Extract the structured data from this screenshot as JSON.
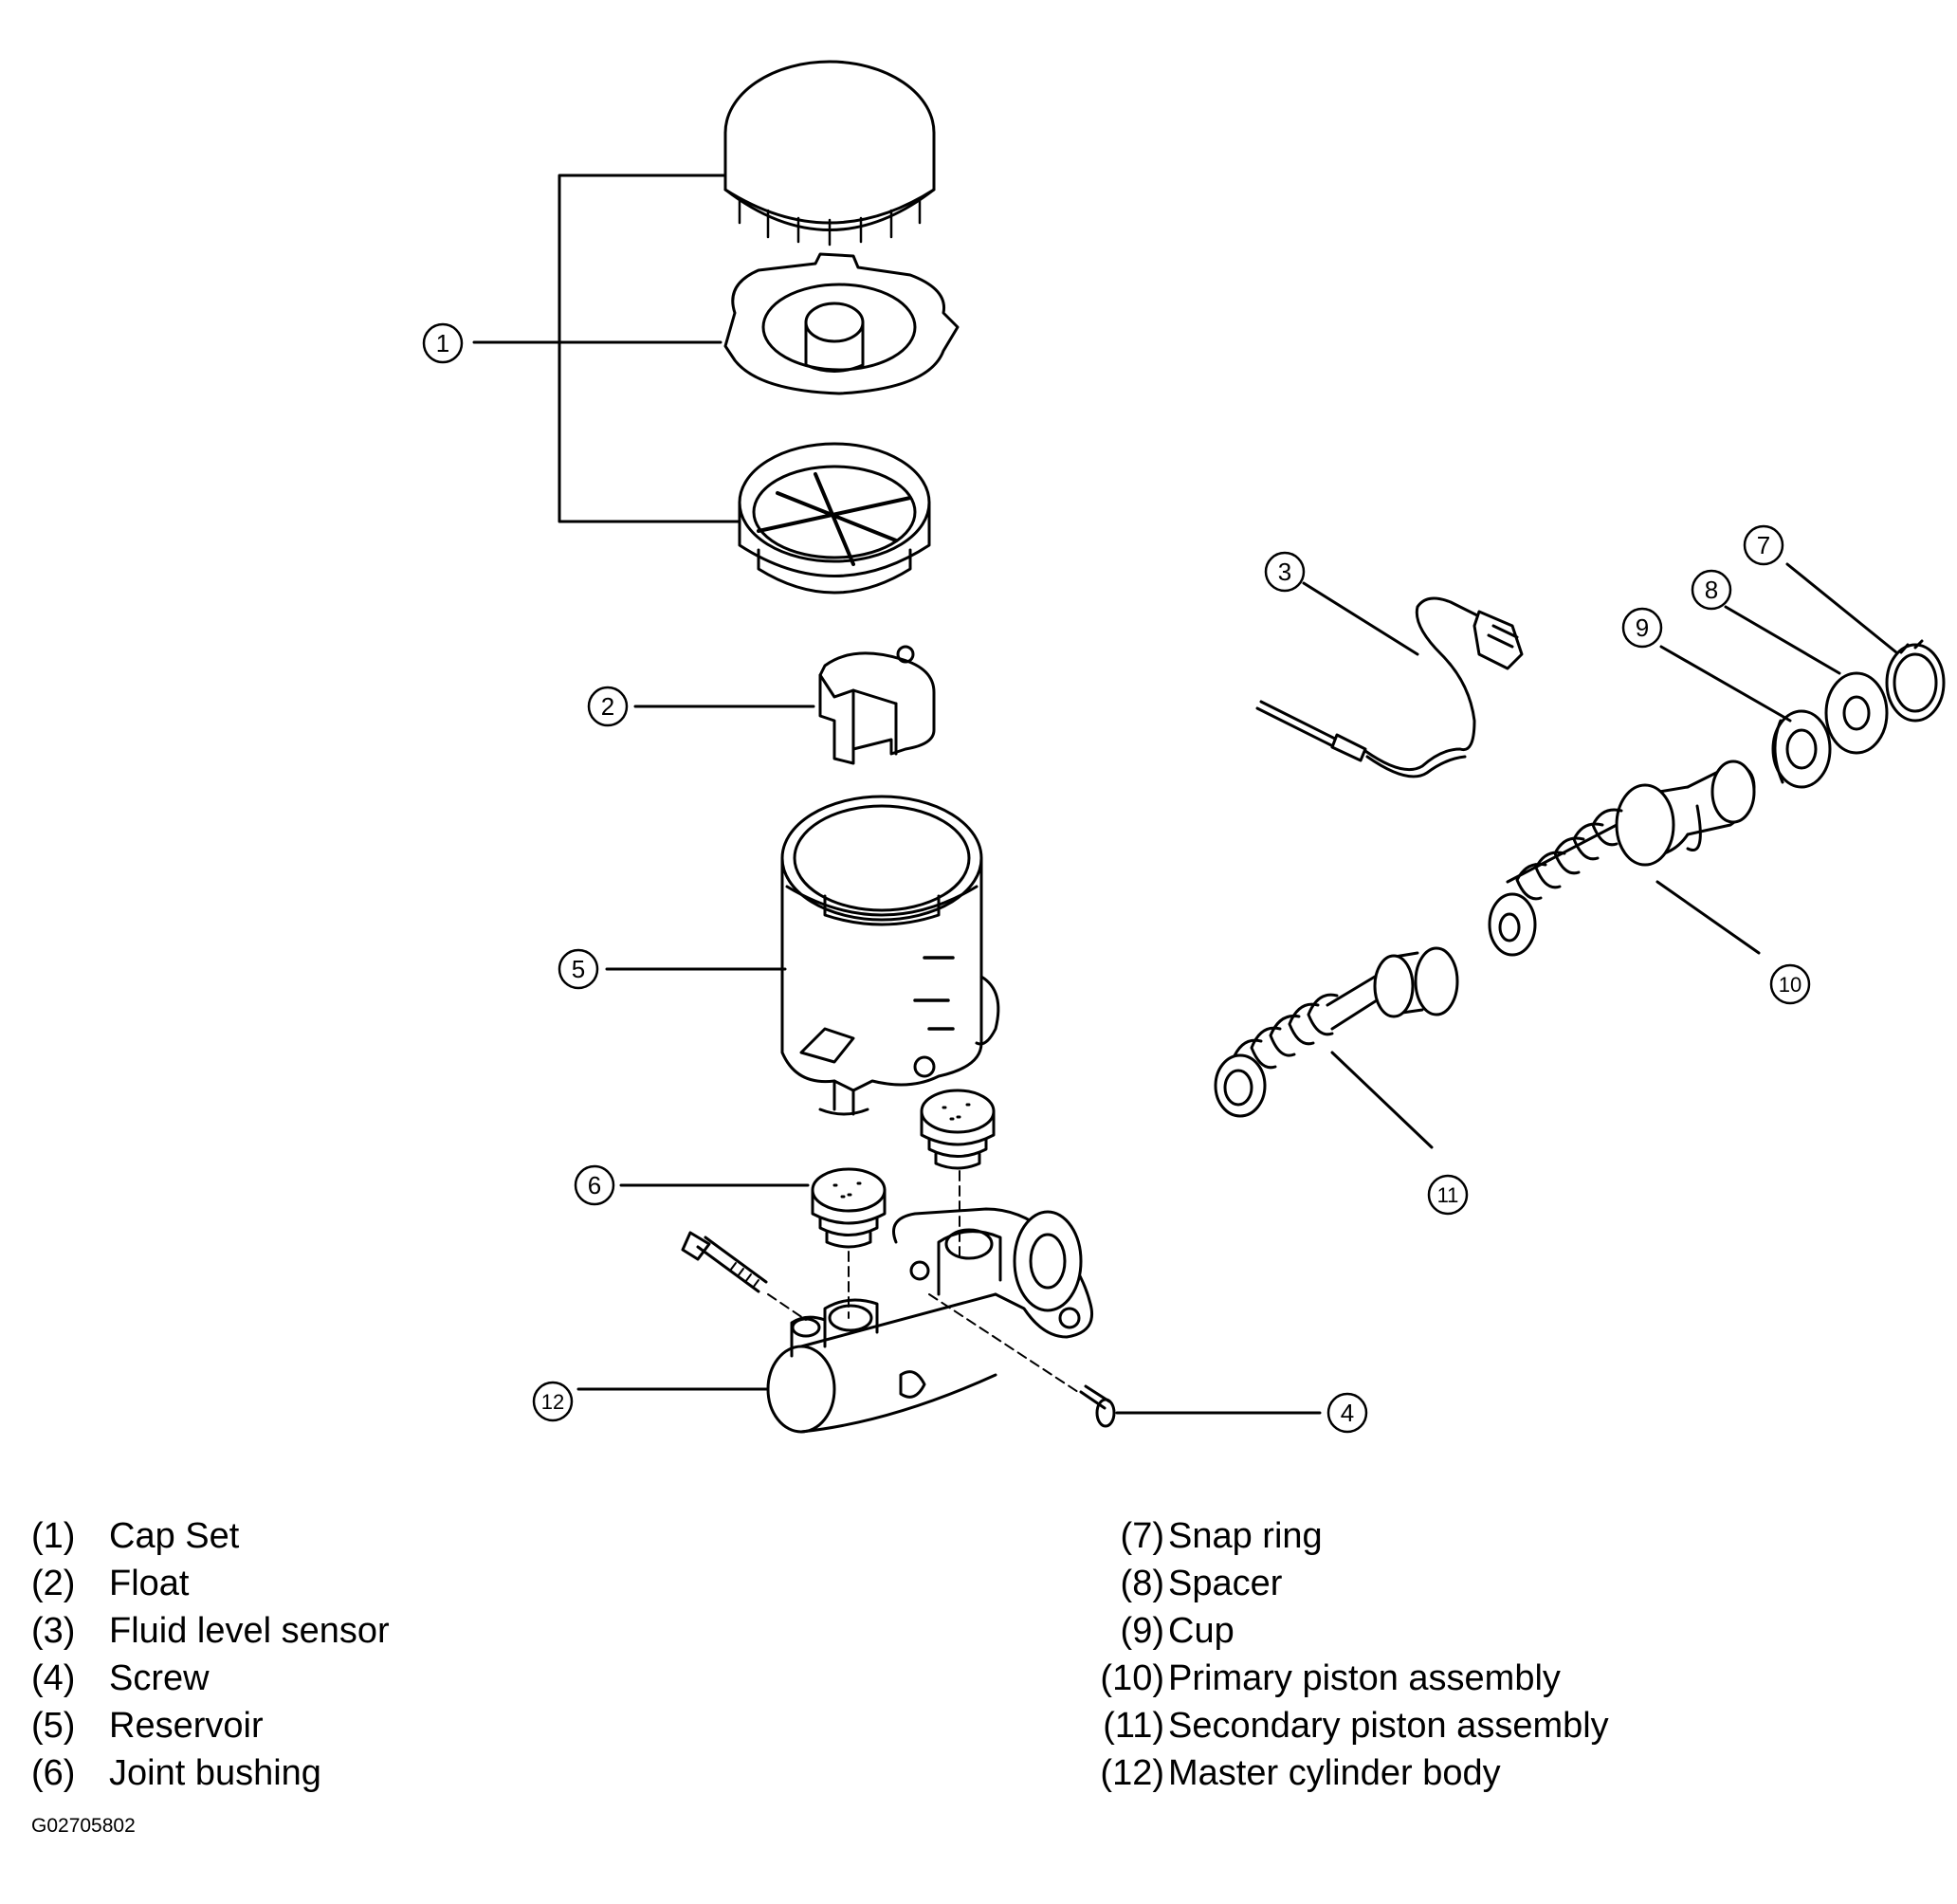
{
  "callouts": [
    "1",
    "2",
    "3",
    "4",
    "5",
    "6",
    "7",
    "8",
    "9",
    "10",
    "11",
    "12"
  ],
  "legend": {
    "left": [
      {
        "num": "(1)",
        "label": "Cap Set"
      },
      {
        "num": "(2)",
        "label": "Float"
      },
      {
        "num": "(3)",
        "label": "Fluid level sensor"
      },
      {
        "num": "(4)",
        "label": "Screw"
      },
      {
        "num": "(5)",
        "label": "Reservoir"
      },
      {
        "num": "(6)",
        "label": "Joint bushing"
      }
    ],
    "right": [
      {
        "num": "(7)",
        "label": "Snap ring"
      },
      {
        "num": "(8)",
        "label": "Spacer"
      },
      {
        "num": "(9)",
        "label": "Cup"
      },
      {
        "num": "(10)",
        "label": "Primary piston assembly"
      },
      {
        "num": "(11)",
        "label": "Secondary piston assembly"
      },
      {
        "num": "(12)",
        "label": "Master cylinder body"
      }
    ]
  },
  "figure_code": "G02705802"
}
